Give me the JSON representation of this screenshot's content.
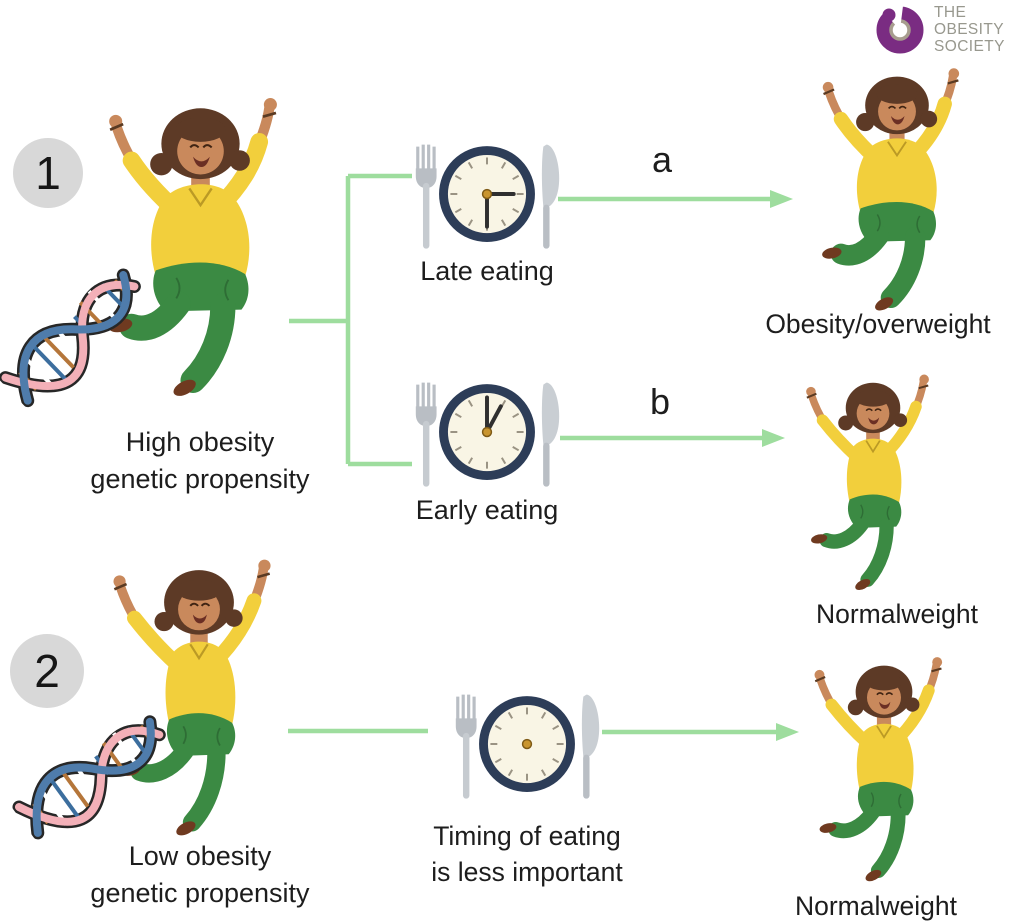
{
  "logo": {
    "lines": [
      "THE",
      "OBESITY",
      "SOCIETY"
    ]
  },
  "sections": [
    {
      "number": "1",
      "genetic_label_lines": [
        "High obesity",
        "genetic propensity"
      ],
      "branches": [
        {
          "condition": "Late eating",
          "arrow_label": "a",
          "outcome": "Obesity/overweight"
        },
        {
          "condition": "Early eating",
          "arrow_label": "b",
          "outcome": "Normalweight"
        }
      ]
    },
    {
      "number": "2",
      "genetic_label_lines": [
        "Low obesity",
        "genetic propensity"
      ],
      "condition_lines": [
        "Timing of eating",
        "is less important"
      ],
      "outcome": "Normalweight"
    }
  ],
  "colors": {
    "arrow_green": "#9edd9e",
    "badge_gray": "#d8d8d8",
    "plate_rim_navy": "#2d3d58",
    "plate_face_cream": "#f9f5e5",
    "shirt_yellow": "#f2cf3c",
    "pants_green": "#3b8a43",
    "skin_brown": "#c9895c",
    "hair_brown": "#5d3a26",
    "dna_pink": "#f3b0b8",
    "dna_blue": "#4f7cab",
    "logo_purple": "#7a2c82",
    "logo_text_gray": "#98988e",
    "text_black": "#1d1d1d"
  },
  "icons": {
    "dna": "dna-icon",
    "late_clock": "late-eating-clock-icon",
    "early_clock": "early-eating-clock-icon",
    "neutral_clock": "neutral-clock-icon",
    "logo_mark": "obesity-society-logo-mark"
  }
}
